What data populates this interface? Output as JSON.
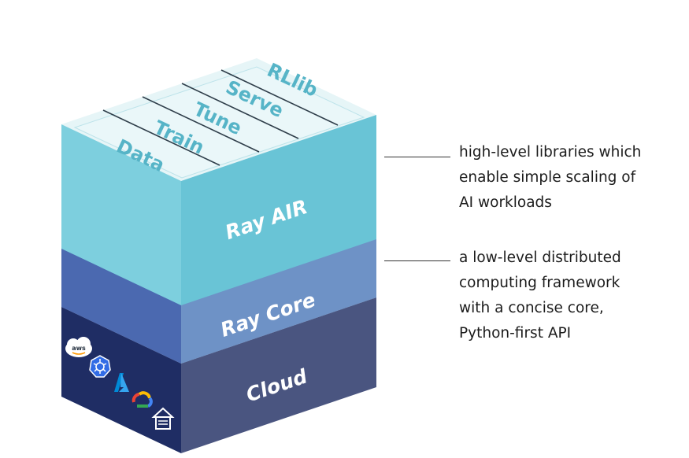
{
  "layers": {
    "air": {
      "label": "Ray AIR",
      "libraries": [
        "Data",
        "Train",
        "Tune",
        "Serve",
        "RLlib"
      ]
    },
    "core": {
      "label": "Ray Core"
    },
    "cloud": {
      "label": "Cloud"
    }
  },
  "descriptions": {
    "air": [
      "high-level libraries which",
      "enable simple scaling of",
      "AI workloads"
    ],
    "core": [
      "a low-level distributed",
      "computing framework",
      "with a concise core,",
      "Python-first API"
    ]
  },
  "cloud_icons": [
    {
      "name": "aws-icon",
      "text": "aws"
    },
    {
      "name": "kubernetes-icon"
    },
    {
      "name": "azure-icon",
      "text": "A"
    },
    {
      "name": "google-cloud-icon"
    },
    {
      "name": "on-premise-icon"
    }
  ],
  "colors": {
    "air_top": "#e6f5f7",
    "air_left": "#7dcfde",
    "air_right": "#69c4d6",
    "core_top": "#a9bfdd",
    "core_left": "#4b69b0",
    "core_right": "#6e92c6",
    "cloud_top": "#8a8fac",
    "cloud_left": "#1f2d64",
    "cloud_right": "#4a5580"
  }
}
